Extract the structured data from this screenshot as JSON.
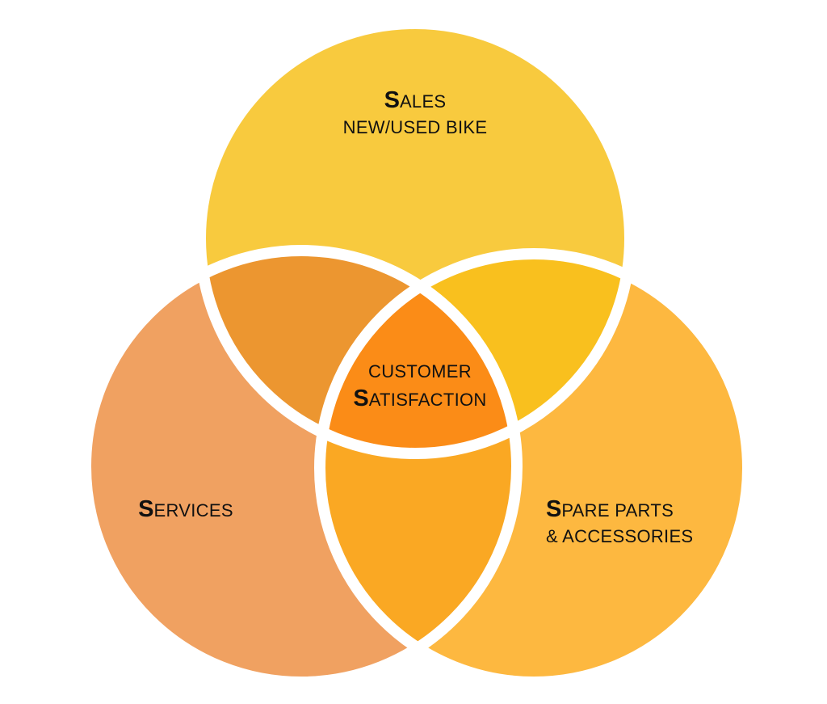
{
  "diagram": {
    "type": "venn-3",
    "colors": {
      "sales": "#F8CA3E",
      "services": "#F0A161",
      "spare_parts": "#FDB840",
      "sales_services": "#EC9630",
      "sales_spare_parts": "#F9C01E",
      "services_spare_parts": "#FAA823",
      "center": "#FB8C17",
      "outline": "#FFFFFF"
    },
    "sets": {
      "sales": {
        "initial": "S",
        "rest": "ALES",
        "line2": "NEW/USED BIKE"
      },
      "services": {
        "initial": "S",
        "rest": "ERVICES"
      },
      "spare_parts": {
        "initial": "S",
        "rest": "PARE PARTS",
        "line2": "& ACCESSORIES"
      }
    },
    "center": {
      "line1": "CUSTOMER",
      "initial": "S",
      "rest": "ATISFACTION"
    }
  }
}
